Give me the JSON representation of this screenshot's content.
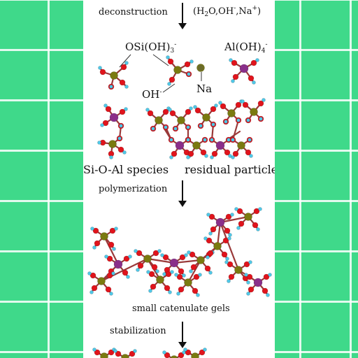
{
  "steps": {
    "deconstruction": "deconstruction",
    "polymerization": "polymerization",
    "stabilization": "stabilization"
  },
  "reagents": {
    "prefix": "(H",
    "water_sub": "2",
    "mid": "O,OH",
    "oh_sup": "-",
    "na": ",Na",
    "na_sup": "+",
    "suffix": ")"
  },
  "species": {
    "osi": "OSi(OH)",
    "osi_sub": "3",
    "osi_sup": "-",
    "al": "Al(OH)",
    "al_sub": "4",
    "al_sup": "-",
    "oh": "OH",
    "oh_sup": "-",
    "na": "Na",
    "sioal": "Si-O-Al species",
    "residual": "residual particle",
    "gels": "small catenulate gels"
  },
  "colors": {
    "background": "#3fd98a",
    "grid": "#ffffff",
    "silicon": "#7a7a10",
    "aluminium": "#8a2f8a",
    "oxygen": "#e0141c",
    "hydrogen": "#4fc8e8",
    "bond": "#9a3a3a"
  }
}
